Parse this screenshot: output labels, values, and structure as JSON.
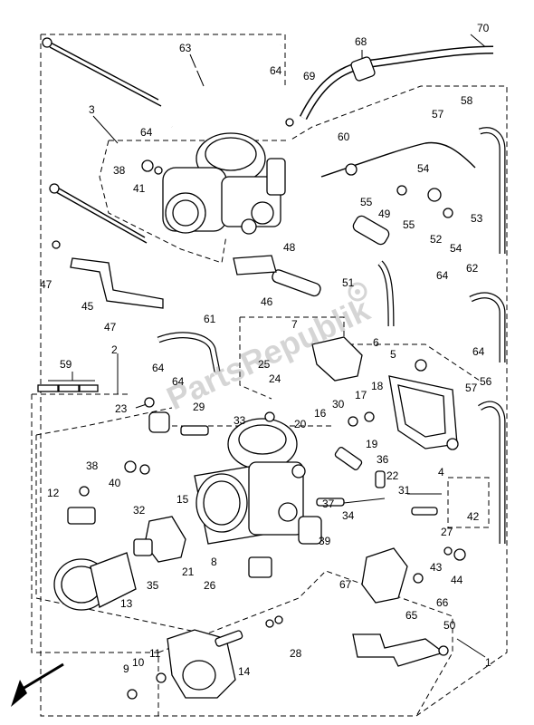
{
  "labels": {
    "l1": "1",
    "l2": "2",
    "l3": "3",
    "l4": "4",
    "l5": "5",
    "l6": "6",
    "l7": "7",
    "l8": "8",
    "l9": "9",
    "l10": "10",
    "l11": "11",
    "l12": "12",
    "l13": "13",
    "l14": "14",
    "l15": "15",
    "l16": "16",
    "l17": "17",
    "l18": "18",
    "l19": "19",
    "l20": "20",
    "l21": "21",
    "l22": "22",
    "l23": "23",
    "l24": "24",
    "l25": "25",
    "l26": "26",
    "l27": "27",
    "l28": "28",
    "l29": "29",
    "l30": "30",
    "l31": "31",
    "l32": "32",
    "l33": "33",
    "l34": "34",
    "l35": "35",
    "l36": "36",
    "l37": "37",
    "l38a": "38",
    "l38b": "38",
    "l39": "39",
    "l40": "40",
    "l41": "41",
    "l42": "42",
    "l43": "43",
    "l44": "44",
    "l45": "45",
    "l46": "46",
    "l47a": "47",
    "l47b": "47",
    "l48": "48",
    "l49": "49",
    "l50": "50",
    "l51": "51",
    "l52": "52",
    "l53": "53",
    "l54a": "54",
    "l54b": "54",
    "l55a": "55",
    "l55b": "55",
    "l56": "56",
    "l57a": "57",
    "l57b": "57",
    "l58": "58",
    "l59": "59",
    "l60": "60",
    "l61": "61",
    "l62": "62",
    "l63": "63",
    "l64a": "64",
    "l64b": "64",
    "l64c": "64",
    "l64d": "64",
    "l64e": "64",
    "l64f": "64",
    "l65": "65",
    "l66": "66",
    "l67": "67",
    "l68": "68",
    "l69": "69",
    "l70": "70"
  },
  "watermark": "PartsRepublik",
  "icons": {
    "arrow": "front-direction-arrow-icon",
    "gear": "gear-watermark-icon"
  }
}
